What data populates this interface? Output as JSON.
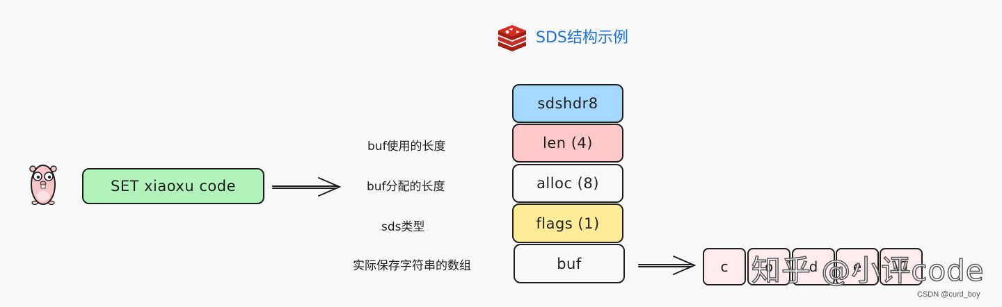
{
  "diagram": {
    "title": "SDS结构示例",
    "command": "SET xiaoxu code",
    "header_boxes": [
      {
        "text": "sdshdr8",
        "fill": "#a5d8ff"
      },
      {
        "text": "len (4)",
        "fill": "#ffc9c9"
      },
      {
        "text": "alloc (8)",
        "fill": "#f8f9fa"
      },
      {
        "text": "flags (1)",
        "fill": "#ffec99"
      },
      {
        "text": "buf",
        "fill": "#f8f9fa"
      }
    ],
    "annotations": [
      "buf使用的长度",
      "buf分配的长度",
      "sds类型",
      "实际保存字符串的数组"
    ],
    "buf_chars": [
      "c",
      "o",
      "d",
      "e",
      "\\0"
    ],
    "command_fill": "#b2f2bb",
    "buf_cell_fill": "#fdebee",
    "title_color": "#1e6fd6"
  },
  "watermark": {
    "text": "知乎 @小评code",
    "credit": "CSDN @curd_boy"
  }
}
